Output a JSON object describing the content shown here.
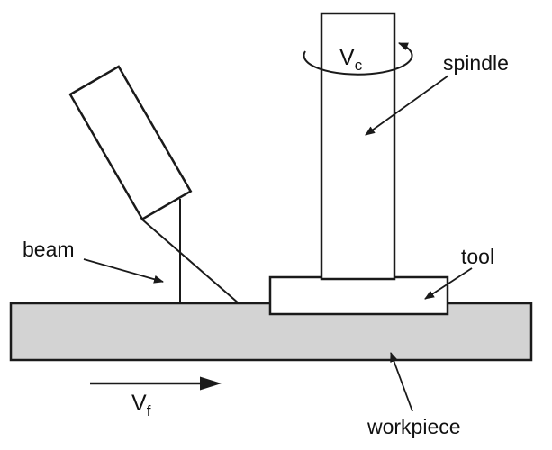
{
  "diagram": {
    "title": "milling-with-beam-assist-schematic",
    "labels": {
      "beam": "beam",
      "spindle": "spindle",
      "tool": "tool",
      "workpiece": "workpiece",
      "vc_main": "V",
      "vc_sub": "c",
      "vf_main": "V",
      "vf_sub": "f"
    },
    "colors": {
      "workpiece_fill": "#d3d3d3",
      "line": "#1a1a1a",
      "background": "#ffffff"
    }
  }
}
